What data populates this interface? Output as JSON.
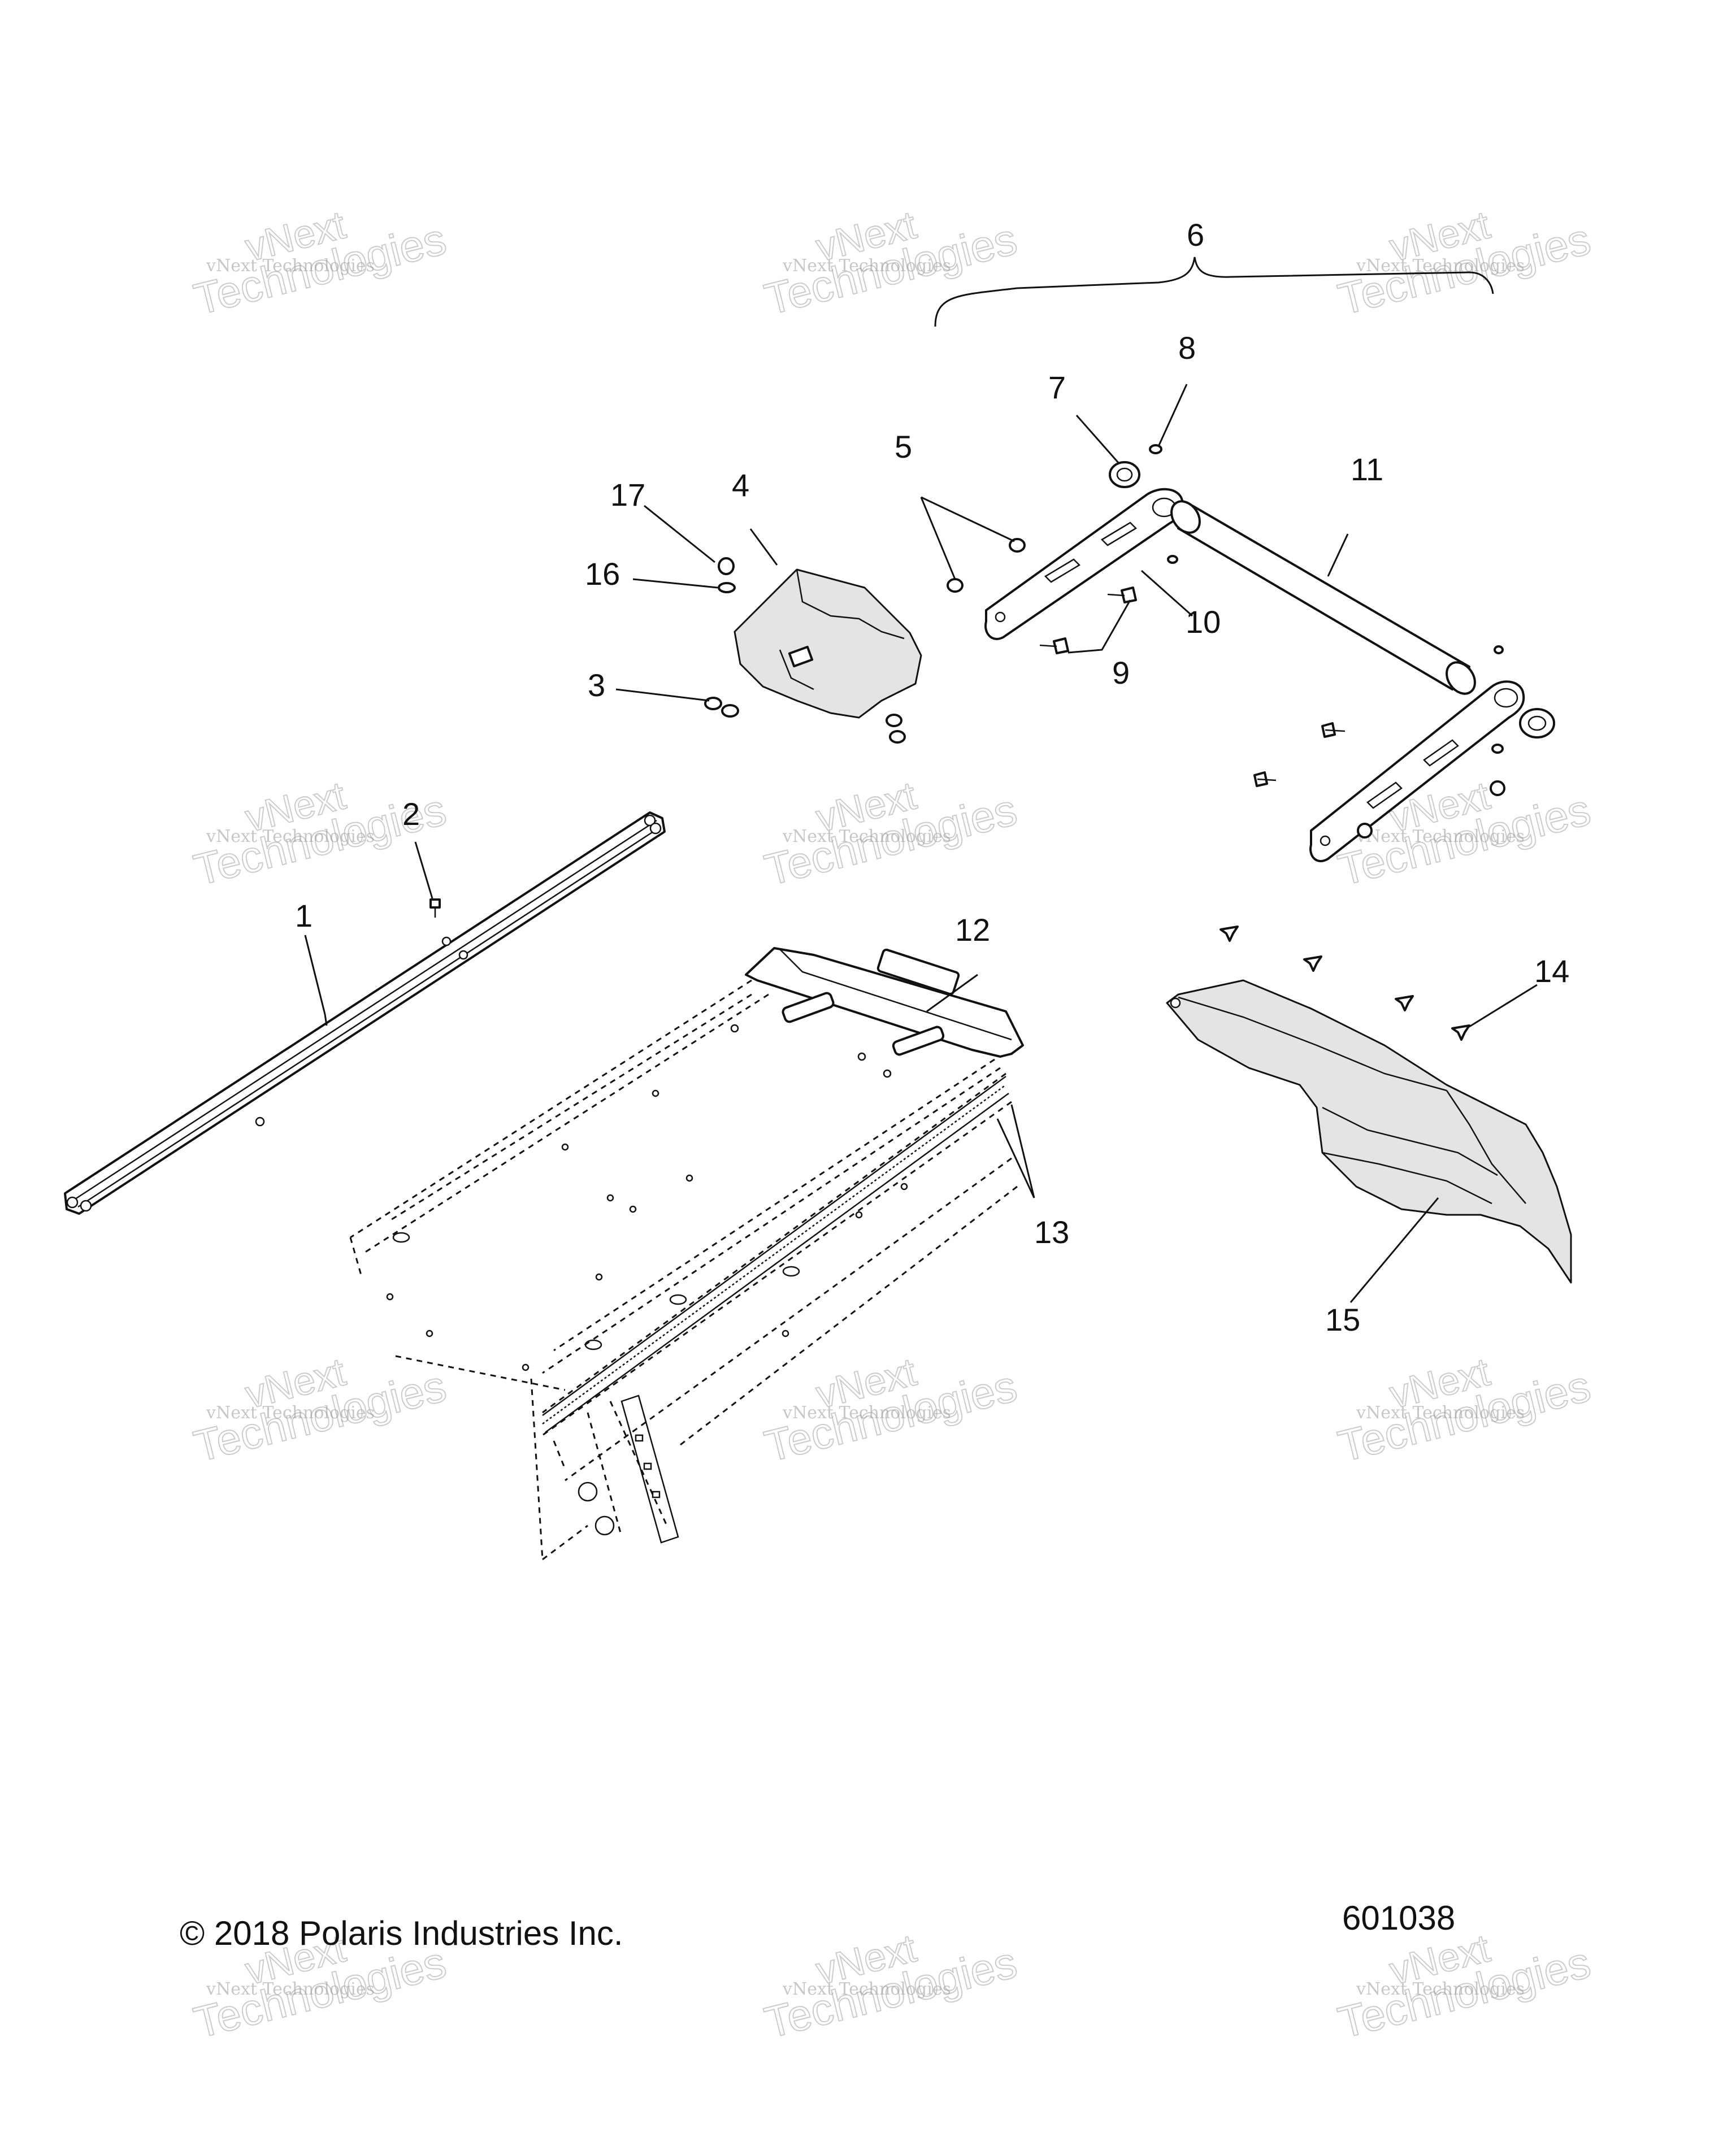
{
  "copyright": "© 2018 Polaris Industries Inc.",
  "figure_number": "601038",
  "watermark": {
    "line1": "vNext Technologies",
    "line2": "vNext",
    "line3": "Technologies"
  },
  "callouts": {
    "c1": "1",
    "c2": "2",
    "c3": "3",
    "c4": "4",
    "c5": "5",
    "c6": "6",
    "c7": "7",
    "c8": "8",
    "c9": "9",
    "c10": "10",
    "c11": "11",
    "c12": "12",
    "c13": "13",
    "c14": "14",
    "c15": "15",
    "c16": "16",
    "c17": "17"
  }
}
